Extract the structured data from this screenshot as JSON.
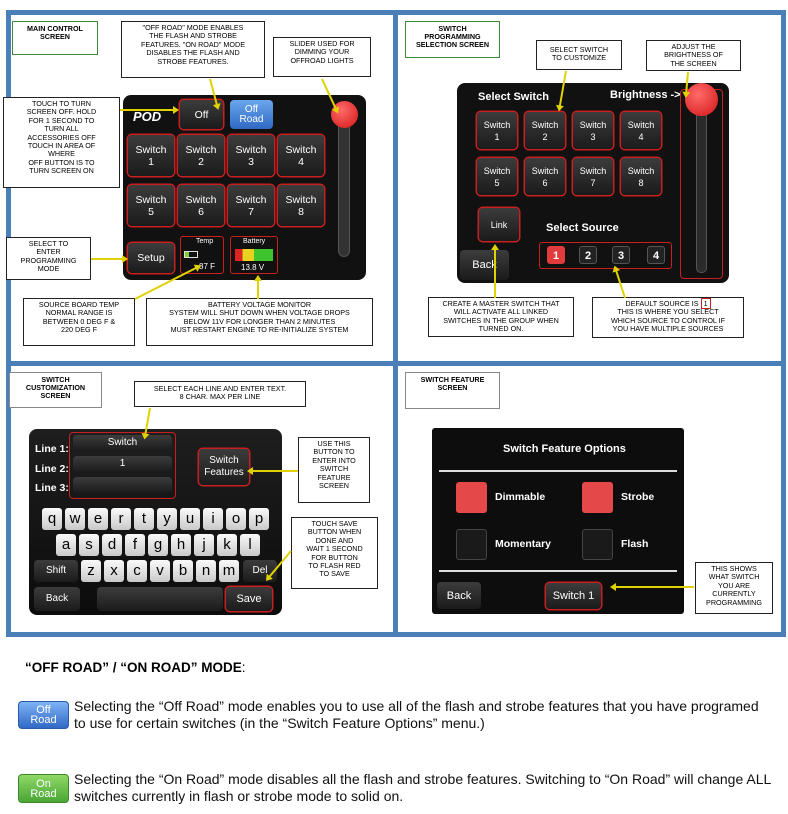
{
  "panels": {
    "main": {
      "title": "MAIN CONTROL\nSCREEN",
      "callouts": {
        "offroad": "\"OFF ROAD\" MODE ENABLES\nTHE FLASH AND STROBE\nFEATURES. \"ON ROAD\" MODE\nDISABLES THE FLASH AND\nSTROBE FEATURES.",
        "slider": "SLIDER USED FOR\nDIMMING YOUR\nOFFROAD LIGHTS",
        "off": "TOUCH TO TURN\nSCREEN OFF. HOLD\nFOR 1 SECOND TO\nTURN ALL\nACCESSORIES OFF\nTOUCH IN AREA OF\nWHERE\nOFF BUTTON IS TO\nTURN SCREEN ON",
        "setup": "SELECT TO\nENTER\nPROGRAMMING\nMODE",
        "temp": "SOURCE BOARD TEMP\nNORMAL RANGE IS\nBETWEEN 0 DEG F &\n220 DEG F",
        "battery": "BATTERY VOLTAGE MONITOR\nSYSTEM WILL SHUT DOWN WHEN VOLTAGE DROPS\nBELOW 11V FOR LONGER THAN 2 MINUTES\nMUST RESTART ENGINE TO RE-INITIALIZE SYSTEM"
      },
      "screen": {
        "logo": "POD",
        "off_label": "Off",
        "offroad_label": "Off\nRoad",
        "switches": [
          "Switch\n1",
          "Switch\n2",
          "Switch\n3",
          "Switch\n4",
          "Switch\n5",
          "Switch\n6",
          "Switch\n7",
          "Switch\n8"
        ],
        "setup_label": "Setup",
        "temp_label": "Temp",
        "temp_value": "87 F",
        "battery_label": "Battery",
        "battery_value": "13.8 V"
      }
    },
    "select": {
      "title": "SWITCH\nPROGRAMMING\nSELECTION  SCREEN",
      "callouts": {
        "select_switch": "SELECT SWITCH\nTO CUSTOMIZE",
        "brightness": "ADJUST THE\nBRIGHTNESS OF\nTHE SCREEN",
        "master": "CREATE A MASTER SWITCH THAT\nWILL ACTIVATE ALL LINKED\nSWITCHES IN THE GROUP WHEN\nTURNED ON.",
        "source_prefix": "DEFAULT SOURCE IS",
        "source_num": "1",
        "source_rest": "THIS IS WHERE YOU SELECT\nWHICH SOURCE TO CONTROL IF\nYOU HAVE MULTIPLE SOURCES"
      },
      "screen": {
        "select_switch": "Select Switch",
        "brightness": "Brightness ->",
        "switches": [
          "Switch\n1",
          "Switch\n2",
          "Switch\n3",
          "Switch\n4",
          "Switch\n5",
          "Switch\n6",
          "Switch\n7",
          "Switch\n8"
        ],
        "link": "Link",
        "select_source": "Select Source",
        "sources": [
          "1",
          "2",
          "3",
          "4"
        ],
        "back": "Back"
      }
    },
    "custom": {
      "title": "SWITCH\nCUSTOMIZATION\nSCREEN",
      "callouts": {
        "lines": "SELECT EACH LINE AND ENTER TEXT.\n8 CHAR. MAX PER LINE",
        "features": "USE THIS\nBUTTON TO\nENTER INTO\nSWITCH\nFEATURE\nSCREEN",
        "save": "TOUCH SAVE\nBUTTON WHEN\nDONE AND\nWAIT 1 SECOND\nFOR BUTTON\nTO FLASH RED\nTO SAVE"
      },
      "screen": {
        "line1": "Line 1:",
        "line2": "Line 2:",
        "line3": "Line 3:",
        "line1_value": "Switch",
        "line2_value": "1",
        "features": "Switch\nFeatures",
        "row1": [
          "q",
          "w",
          "e",
          "r",
          "t",
          "y",
          "u",
          "i",
          "o",
          "p"
        ],
        "row2": [
          "a",
          "s",
          "d",
          "f",
          "g",
          "h",
          "j",
          "k",
          "l"
        ],
        "row3": [
          "z",
          "x",
          "c",
          "v",
          "b",
          "n",
          "m"
        ],
        "shift": "Shift",
        "del": "Del",
        "back": "Back",
        "save": "Save"
      }
    },
    "feature": {
      "title": "SWITCH FEATURE\nSCREEN",
      "callouts": {
        "current": "THIS SHOWS\nWHAT SWITCH\nYOU ARE\nCURRENTLY\nPROGRAMMING"
      },
      "screen": {
        "title": "Switch Feature Options",
        "dimmable": "Dimmable",
        "strobe": "Strobe",
        "momentary": "Momentary",
        "flash": "Flash",
        "back": "Back",
        "current": "Switch 1"
      }
    }
  },
  "section": {
    "heading": "“OFF ROAD” / “ON ROAD” MODE",
    "colon": ":",
    "off_icon": "Off\nRoad",
    "on_icon": "On\nRoad",
    "off_text": "Selecting the “Off Road” mode enables you to use all of the flash and strobe features that you have programed to use for certain switches (in the “Switch Feature Options” menu.)",
    "on_text": "Selecting the “On Road” mode disables all the flash and strobe features. Switching to “On Road” will change ALL switches currently in flash or strobe mode to solid on."
  },
  "colors": {
    "accent_blue": "#4a7fb7",
    "red": "#e23b3b",
    "arrow_yellow": "#e0d200",
    "green_on": "#56b43f",
    "blue_offroad": "#3f7fd0"
  }
}
